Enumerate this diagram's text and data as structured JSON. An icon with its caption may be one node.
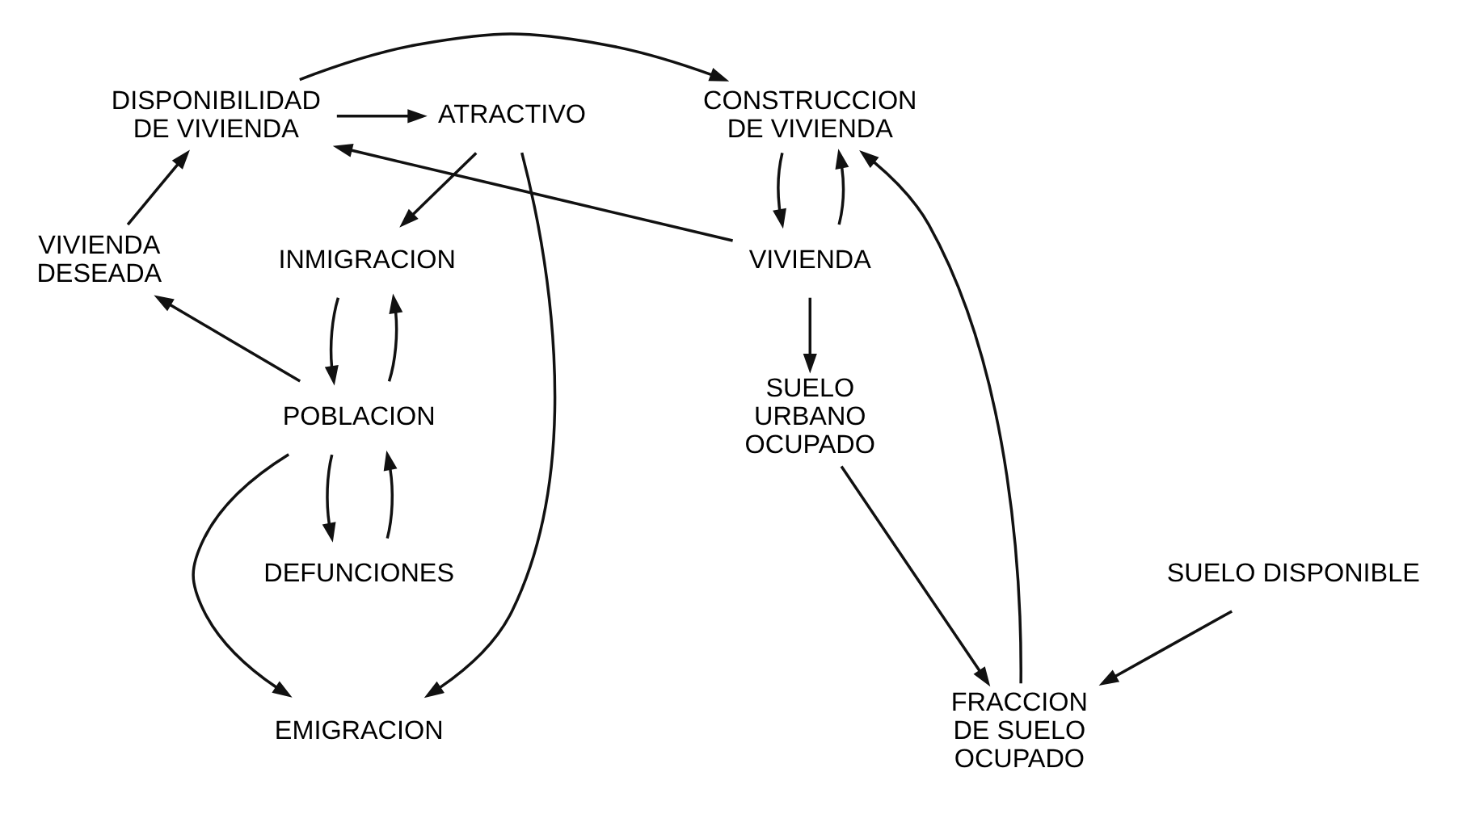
{
  "diagram": {
    "nodes": [
      {
        "text": [
          "ATRACTIVO"
        ]
      },
      {
        "text": [
          "DISPONIBILIDAD DE VIVIENDA"
        ]
      },
      {
        "text": [
          "CONSTRUCCION DE VIVIENDA"
        ]
      },
      {
        "text": [
          "INMIGRACION"
        ]
      },
      {
        "text": [
          "VIVIENDA DESEADA"
        ]
      },
      {
        "text": [
          "VIVIENDA"
        ]
      },
      {
        "text": [
          "EMIGRACION"
        ]
      },
      {
        "text": [
          "FRACCION DE SUELO OCUPADO"
        ]
      },
      {
        "text": [
          "POBLACION"
        ]
      },
      {
        "text": [
          "SUELO URBANO OCUPADO"
        ]
      },
      {
        "text": [
          "DEFUNCIONES"
        ]
      },
      {
        "text": [
          "SUELO DISPONIBLE"
        ]
      }
    ],
    "edges": [
      {
        "from": 1,
        "to": 0,
        "arrow": "to"
      },
      {
        "from": 1,
        "to": 2,
        "arrow": "to"
      },
      {
        "from": 0,
        "to": 3,
        "arrow": "to"
      },
      {
        "from": 0,
        "to": 6,
        "arrow": "to"
      },
      {
        "from": 4,
        "to": 1,
        "arrow": "to"
      },
      {
        "from": 5,
        "to": 1,
        "arrow": "to"
      },
      {
        "from": 2,
        "to": 5,
        "arrow": "to"
      },
      {
        "from": 5,
        "to": 2,
        "arrow": "to"
      },
      {
        "from": 3,
        "to": 8,
        "arrow": "to"
      },
      {
        "from": 8,
        "to": 3,
        "arrow": "to"
      },
      {
        "from": 8,
        "to": 4,
        "arrow": "to"
      },
      {
        "from": 8,
        "to": 6,
        "arrow": "to"
      },
      {
        "from": 5,
        "to": 9,
        "arrow": "to"
      },
      {
        "from": 9,
        "to": 7,
        "arrow": "to"
      },
      {
        "from": 7,
        "to": 2,
        "arrow": "to"
      },
      {
        "from": 11,
        "to": 7,
        "arrow": "to"
      },
      {
        "from": 8,
        "to": 10,
        "arrow": "to"
      },
      {
        "from": 10,
        "to": 8,
        "arrow": "to"
      }
    ]
  }
}
